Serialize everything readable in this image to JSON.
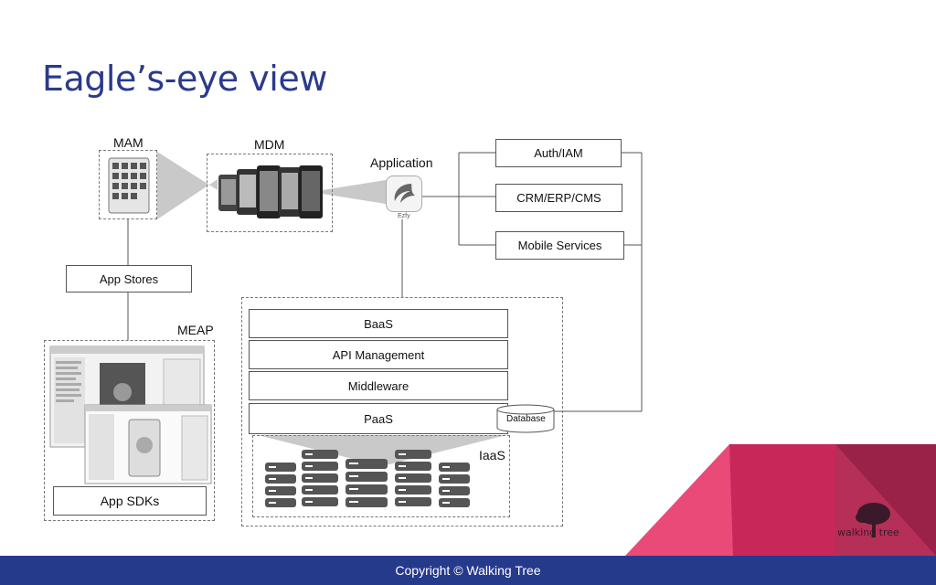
{
  "title": "Eagle’s-eye view",
  "labels": {
    "mam": "MAM",
    "mdm": "MDM",
    "application": "Application",
    "app_icon_caption": "Ezfy",
    "meap": "MEAP",
    "iaas": "IaaS"
  },
  "boxes": {
    "auth": "Auth/IAM",
    "crm": "CRM/ERP/CMS",
    "mobile_services": "Mobile Services",
    "app_stores": "App Stores",
    "app_sdks": "App SDKs",
    "baas": "BaaS",
    "api_management": "API Management",
    "middleware": "Middleware",
    "paas": "PaaS",
    "database": "Database"
  },
  "footer": "Copyright © Walking Tree",
  "logo": {
    "text": "walking tree"
  },
  "colors": {
    "title": "#2b3a8c",
    "footer": "#263a8c",
    "pink": "#e94a78",
    "crimson": "#c8275a",
    "maroon": "#9a2148"
  }
}
